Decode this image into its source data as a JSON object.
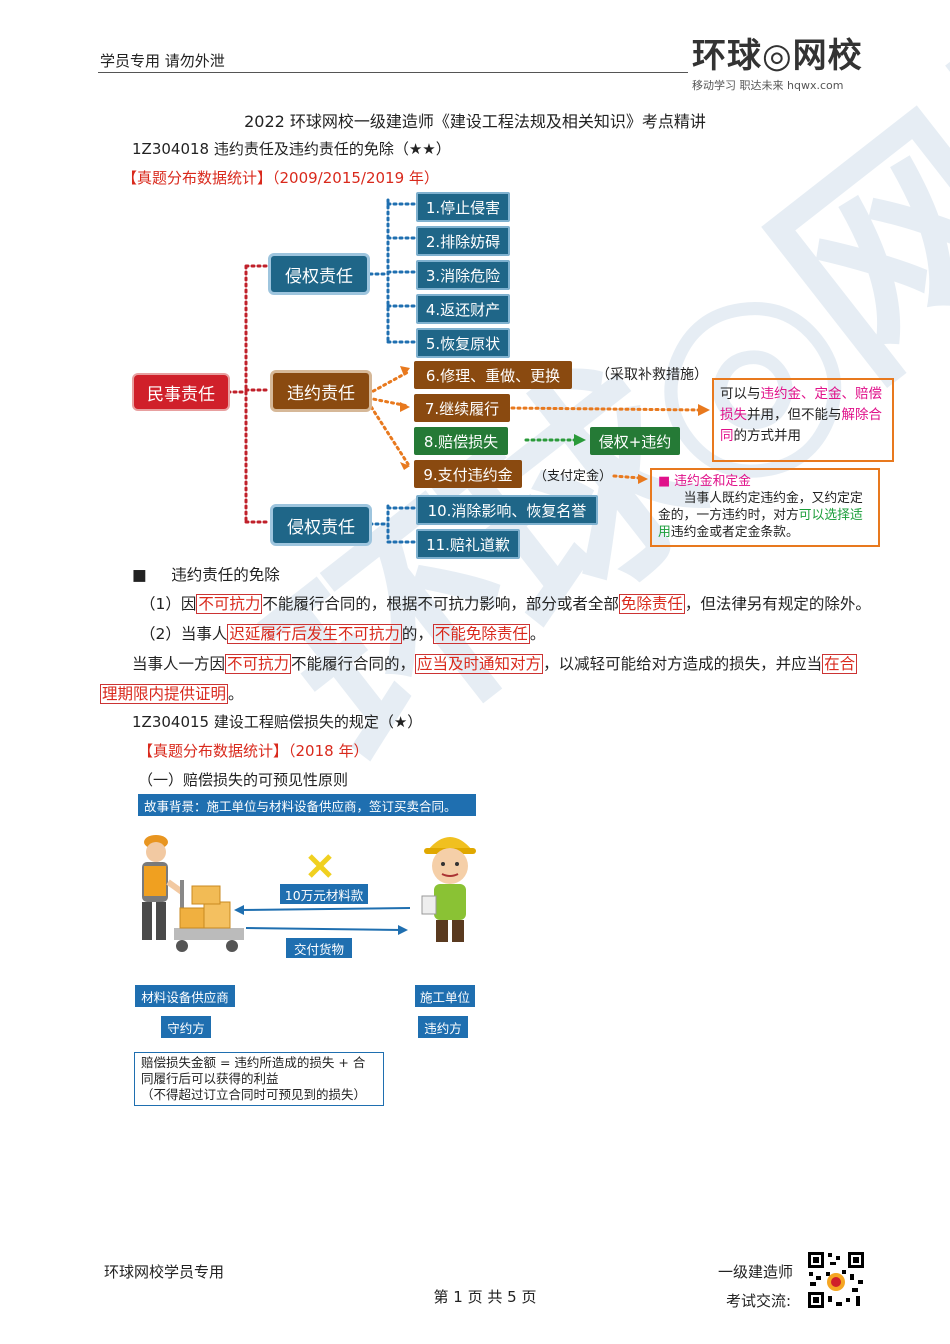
{
  "header": {
    "left_text": "学员专用 请勿外泄",
    "logo_text": "环球◎网校",
    "logo_sub": "移动学习 职达未来 hqwx.com"
  },
  "doc_title": "2022 环球网校一级建造师《建设工程法规及相关知识》考点精讲",
  "section1": {
    "heading": "1Z304018 违约责任及违约责任的免除（★★）",
    "stats": "【真题分布数据统计】（2009/2015/2019 年）"
  },
  "mindmap": {
    "root": "民事责任",
    "branch_top": "侵权责任",
    "branch_mid": "违约责任",
    "branch_bot": "侵权责任",
    "top_items": [
      "1.停止侵害",
      "2.排除妨碍",
      "3.消除危险",
      "4.返还财产",
      "5.恢复原状"
    ],
    "mid_items": [
      "6.修理、重做、更换",
      "7.继续履行",
      "8.赔偿损失",
      "9.支付违约金"
    ],
    "bot_items": [
      "10.消除影响、恢复名誉",
      "11.赔礼道歉"
    ],
    "note_remedy": "（采取补救措施）",
    "note_deposit": "（支付定金）",
    "combined": "侵权+违约",
    "box1": {
      "p1": "可以与",
      "h1": "违约金、定金、赔偿损失",
      "p2": "并用，但不能与",
      "h2": "解除合同",
      "p3": "的方式并用"
    },
    "box2": {
      "bullet": "■",
      "title": "违约金和定金",
      "p1": "当事人既约定违约金，又约定定金的，一方违约时，对方",
      "h1": "可以选择适用",
      "p2": "违约金或者定金条款。"
    }
  },
  "exemption": {
    "bullet": "■",
    "heading": "违约责任的免除",
    "l1": {
      "a": "（1）因",
      "b": "不可抗力",
      "c": "不能履行合同的，根据不可抗力影响，部分或者全部",
      "d": "免除责任",
      "e": "，但法律另有规定的除外。"
    },
    "l2": {
      "a": "（2）当事人",
      "b": "迟延履行后发生不可抗力",
      "c": "的，",
      "d": "不能免除责任",
      "e": "。"
    },
    "l3": {
      "a": "当事人一方因",
      "b": "不可抗力",
      "c": "不能履行合同的，",
      "d": "应当及时通知对方",
      "e": "，以减轻可能给对方造成的损失，并应当",
      "f": "在合",
      "g": "理期限内提供证明",
      "h": "。"
    }
  },
  "section2": {
    "heading": "1Z304015 建设工程赔偿损失的规定（★）",
    "stats": "【真题分布数据统计】（2018 年）",
    "sub": "（一）赔偿损失的可预见性原则"
  },
  "illustration": {
    "background_label": "故事背景：施工单位与材料设备供应商，签订买卖合同。",
    "money_label": "10万元材料款",
    "deliver_label": "交付货物",
    "supplier_label": "材料设备供应商",
    "supplier_role": "守约方",
    "builder_label": "施工单位",
    "builder_role": "违约方",
    "formula_line1": "赔偿损失金额 = 违约所造成的损失 + 合同履行后可以获得的利益",
    "formula_line2": "（不得超过订立合同时可预见到的损失）"
  },
  "footer": {
    "left": "环球网校学员专用",
    "page": "第 1 页 共 5 页",
    "right1": "一级建造师",
    "right2": "考试交流:"
  }
}
